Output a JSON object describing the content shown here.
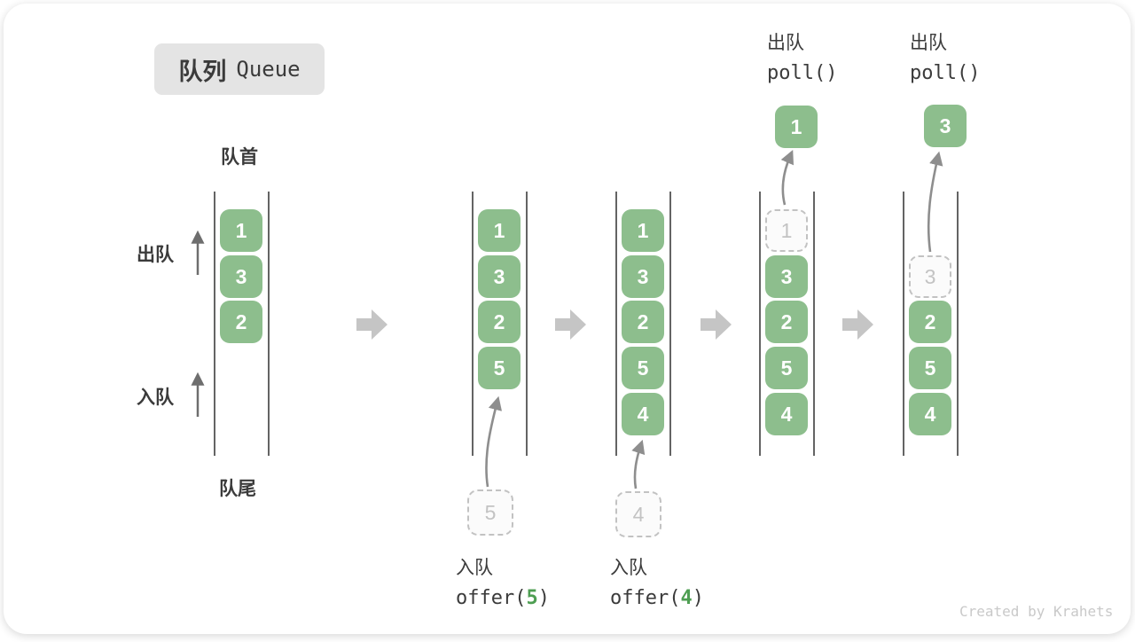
{
  "title": {
    "zh": "队列",
    "en": "Queue"
  },
  "labels": {
    "front": "队首",
    "rear": "队尾",
    "dequeue": "出队",
    "enqueue": "入队"
  },
  "ops": [
    {
      "verb": "入队",
      "fn_prefix": "offer(",
      "fn_arg": "5",
      "fn_suffix": ")"
    },
    {
      "verb": "入队",
      "fn_prefix": "offer(",
      "fn_arg": "4",
      "fn_suffix": ")"
    },
    {
      "verb": "出队",
      "fn": "poll()"
    },
    {
      "verb": "出队",
      "fn": "poll()"
    }
  ],
  "columns": [
    {
      "boxes": [
        {
          "slot": 0,
          "value": "1",
          "style": "solid"
        },
        {
          "slot": 1,
          "value": "3",
          "style": "solid"
        },
        {
          "slot": 2,
          "value": "2",
          "style": "solid"
        }
      ]
    },
    {
      "boxes": [
        {
          "slot": 0,
          "value": "1",
          "style": "solid"
        },
        {
          "slot": 1,
          "value": "3",
          "style": "solid"
        },
        {
          "slot": 2,
          "value": "2",
          "style": "solid"
        },
        {
          "slot": 3,
          "value": "5",
          "style": "solid"
        }
      ],
      "incoming": {
        "value": "5"
      }
    },
    {
      "boxes": [
        {
          "slot": 0,
          "value": "1",
          "style": "solid"
        },
        {
          "slot": 1,
          "value": "3",
          "style": "solid"
        },
        {
          "slot": 2,
          "value": "2",
          "style": "solid"
        },
        {
          "slot": 3,
          "value": "5",
          "style": "solid"
        },
        {
          "slot": 4,
          "value": "4",
          "style": "solid"
        }
      ],
      "incoming": {
        "value": "4"
      }
    },
    {
      "boxes": [
        {
          "slot": 0,
          "value": "1",
          "style": "dashed"
        },
        {
          "slot": 1,
          "value": "3",
          "style": "solid"
        },
        {
          "slot": 2,
          "value": "2",
          "style": "solid"
        },
        {
          "slot": 3,
          "value": "5",
          "style": "solid"
        },
        {
          "slot": 4,
          "value": "4",
          "style": "solid"
        }
      ],
      "outgoing": {
        "value": "1"
      }
    },
    {
      "boxes": [
        {
          "slot": 1,
          "value": "3",
          "style": "dashed"
        },
        {
          "slot": 2,
          "value": "2",
          "style": "solid"
        },
        {
          "slot": 3,
          "value": "5",
          "style": "solid"
        },
        {
          "slot": 4,
          "value": "4",
          "style": "solid"
        }
      ],
      "outgoing": {
        "value": "3"
      }
    }
  ],
  "colors": {
    "box_green": "#8dbe8d",
    "code_arg_green": "#4e9e52",
    "block_arrow_gray": "#c5c5c5",
    "curve_arrow_gray": "#8e8e8e",
    "wall_gray": "#646464",
    "text_dark": "#3b3b3b",
    "badge_bg": "#e4e4e4",
    "dashed_gray": "#c2c2c2"
  },
  "watermark": "Created by Krahets"
}
